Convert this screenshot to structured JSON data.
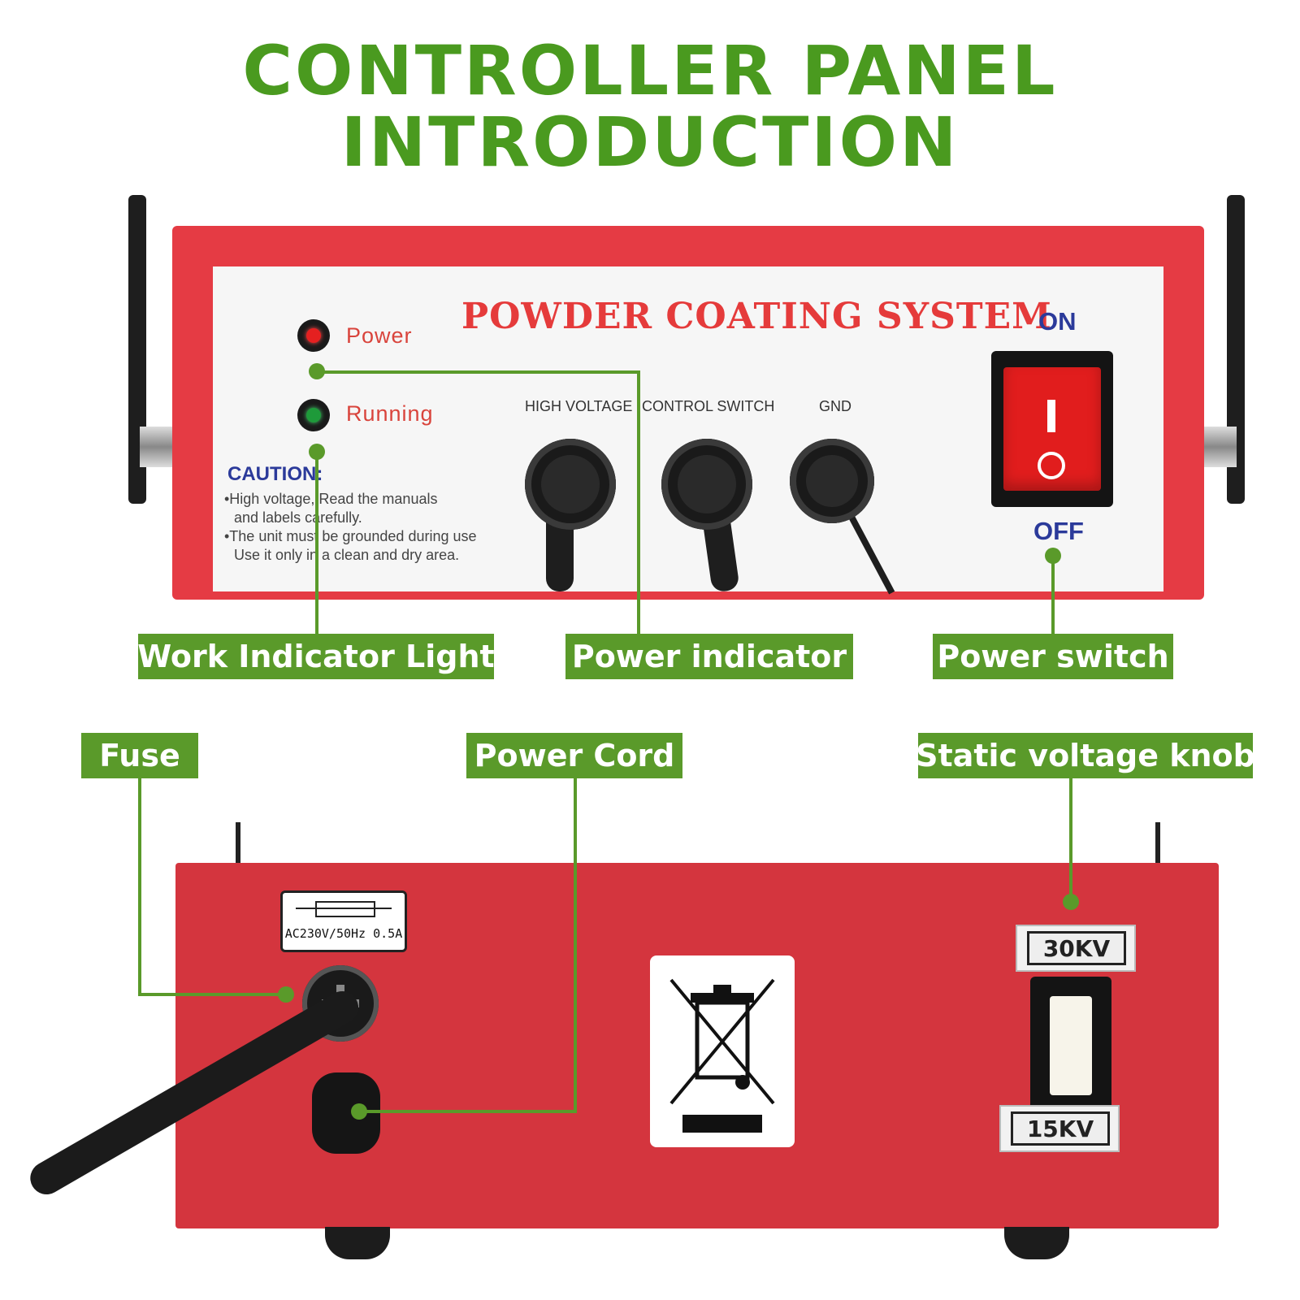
{
  "header": {
    "title_line1": "CONTROLLER PANEL",
    "title_line2": "INTRODUCTION",
    "accent_color": "#4a9a1f"
  },
  "front_panel": {
    "system_title": "POWDER COATING SYSTEM",
    "indicators": {
      "power_label": "Power",
      "running_label": "Running"
    },
    "ports": {
      "high_voltage": "HIGH VOLTAGE",
      "control_switch": "CONTROL SWITCH",
      "gnd": "GND"
    },
    "caution": {
      "title": "CAUTION:",
      "lines": [
        "•High voltage, Read the manuals",
        "and labels carefully.",
        "•The unit must be grounded during use",
        "Use it only in a clean and dry area."
      ]
    },
    "switch": {
      "on_label": "ON",
      "off_label": "OFF",
      "on_symbol": "I",
      "off_symbol": "O"
    },
    "case_color": "#e53b44"
  },
  "callouts": {
    "work_indicator": "Work Indicator Light",
    "power_indicator": "Power indicator",
    "power_switch": "Power switch",
    "fuse": "Fuse",
    "power_cord": "Power Cord",
    "static_voltage_knob": "Static voltage knob"
  },
  "back_panel": {
    "fuse_rating": "AC230V/50Hz 0.5A",
    "kv_high": "30KV",
    "kv_low": "15KV",
    "recycle_icon": "crossed-out-bin-icon",
    "case_color": "#d4353e"
  }
}
